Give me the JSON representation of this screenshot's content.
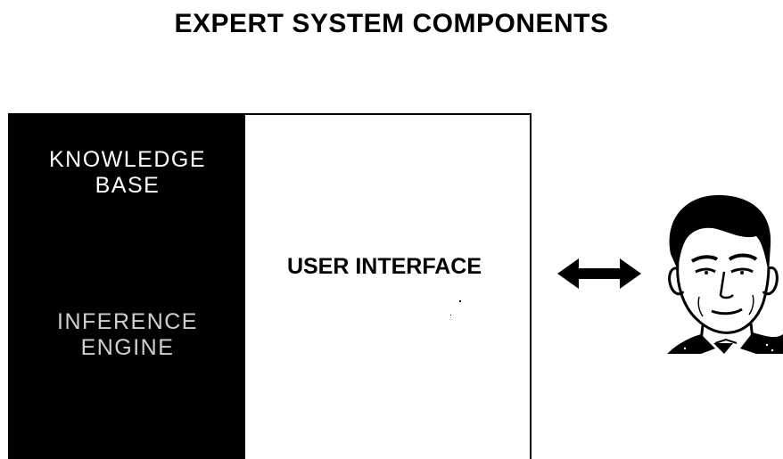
{
  "title": "EXPERT SYSTEM COMPONENTS",
  "components": {
    "knowledge_base": "KNOWLEDGE\nBASE",
    "inference_engine": "INFERENCE\nENGINE",
    "user_interface": "USER INTERFACE"
  },
  "icons": {
    "arrow": "double-headed-arrow-icon",
    "user": "user-face-icon"
  },
  "colors": {
    "panel": "#000000",
    "background": "#ffffff"
  }
}
